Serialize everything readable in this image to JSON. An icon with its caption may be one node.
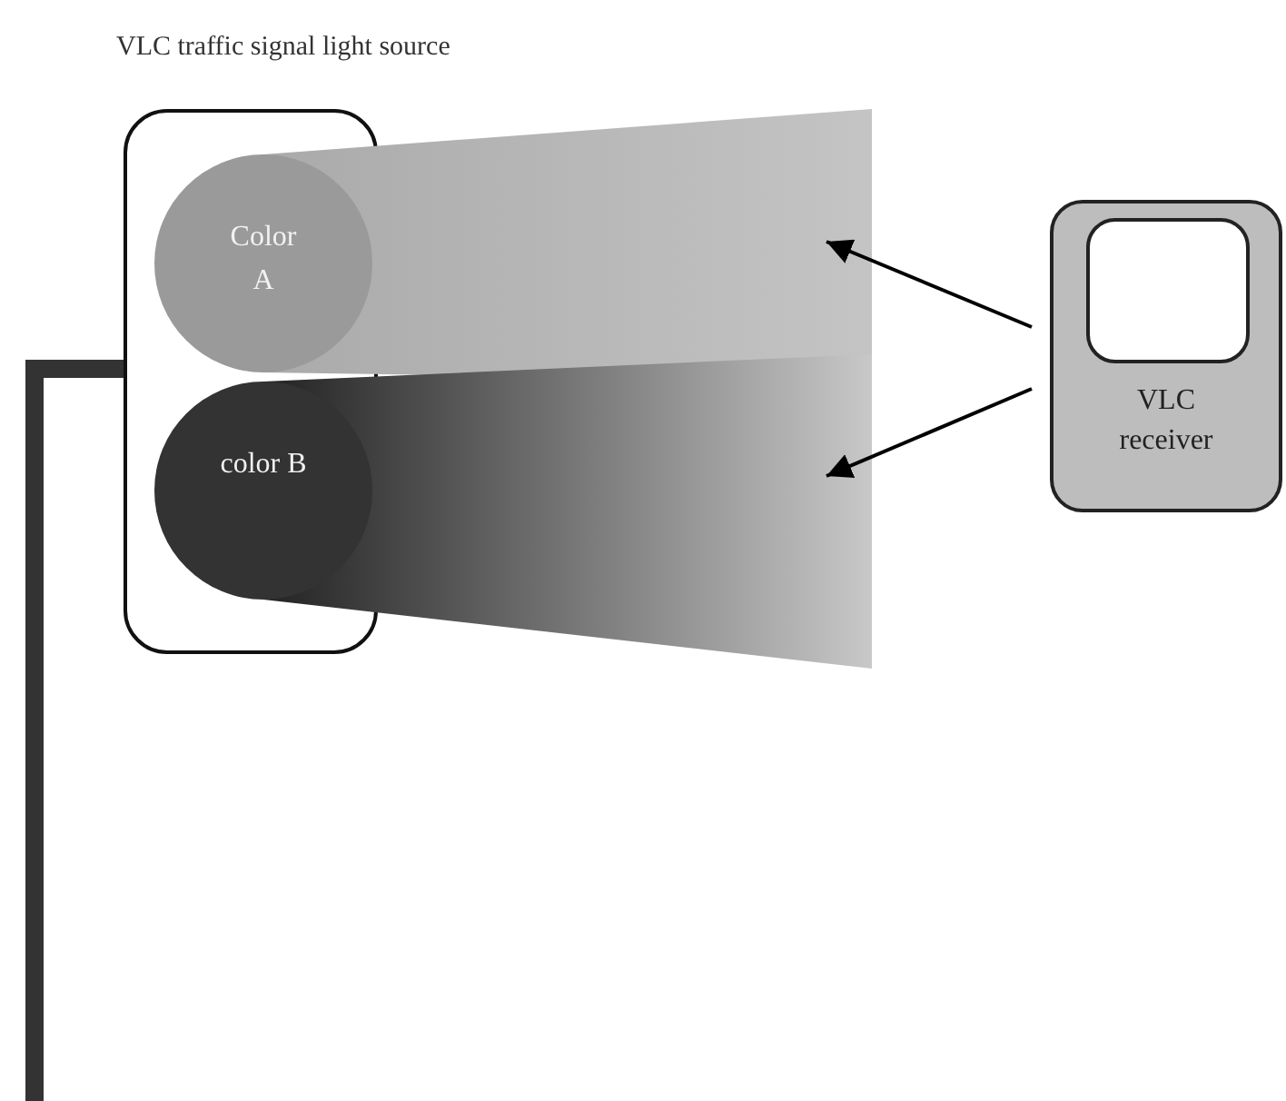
{
  "diagram": {
    "nodes": [
      {
        "text": [
          "VLC traffic signal light source"
        ]
      },
      {
        "text": [
          "Color A"
        ],
        "in": 0
      },
      {
        "text": [],
        "shape": "cone"
      },
      {
        "text": [
          "color B"
        ],
        "in": 0
      },
      {
        "text": [],
        "shape": "cone"
      },
      {
        "text": [
          "VLC receiver"
        ]
      },
      {
        "text": [],
        "shape": "box",
        "in": 5
      }
    ],
    "edges": [
      {
        "from": 5,
        "to": 2,
        "arrow": "to"
      },
      {
        "from": 5,
        "to": 4,
        "arrow": "to"
      }
    ]
  }
}
